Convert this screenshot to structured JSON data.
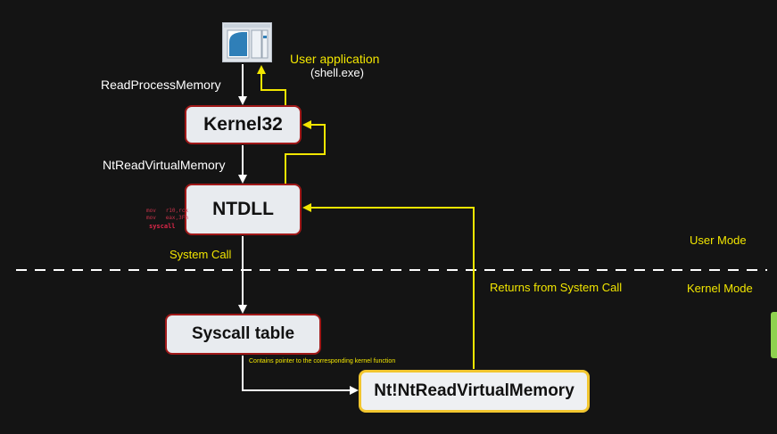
{
  "nodes": {
    "kernel32": "Kernel32",
    "ntdll": "NTDLL",
    "syscall_table": "Syscall table",
    "nt_read": "Nt!NtReadVirtualMemory"
  },
  "labels": {
    "user_app_title": "User application",
    "user_app_name": "(shell.exe)",
    "read_process_memory": "ReadProcessMemory",
    "nt_read_virtual_memory": "NtReadVirtualMemory",
    "system_call": "System Call",
    "user_mode": "User Mode",
    "kernel_mode": "Kernel Mode",
    "returns_from_system_call": "Returns from System Call",
    "contains_pointer": "Contains pointer to the corresponding kernel function"
  },
  "asm": {
    "line1_op": "mov",
    "line1_args": "r10,rcx",
    "line2_op": "mov",
    "line2_args": "eax,3Fh",
    "line3": "syscall"
  },
  "icons": {
    "app": "application-window-icon"
  },
  "colors": {
    "background": "#141414",
    "node_fill": "#e8ebef",
    "node_border": "#a01818",
    "highlight_border": "#f2c62f",
    "yellow_text": "#f2e600",
    "white_arrow": "#ffffff",
    "yellow_arrow": "#f2e600"
  }
}
